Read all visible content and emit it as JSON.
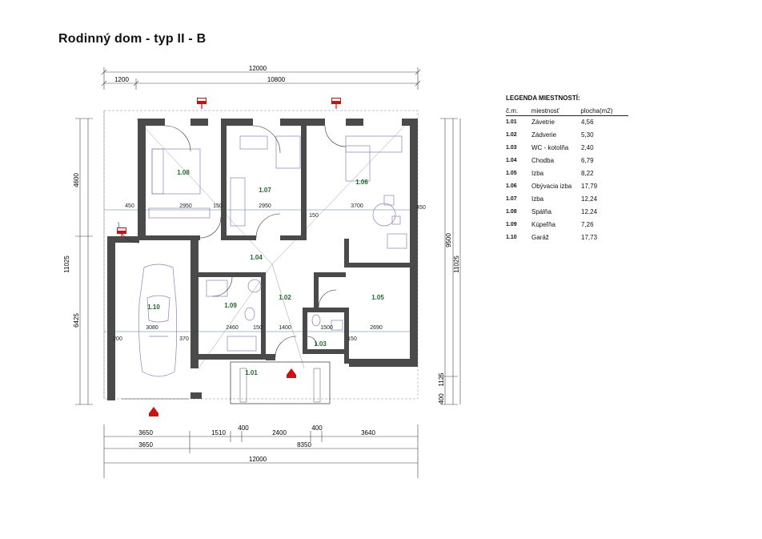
{
  "title": "Rodinný dom - typ II - B",
  "legend": {
    "title": "LEGENDA MIESTNOSTÍ:",
    "headers": {
      "num": "č.m.",
      "name": "miestnosť",
      "area": "plocha(m2)"
    },
    "rows": [
      {
        "num": "1.01",
        "name": "Závetrie",
        "area": "4,56"
      },
      {
        "num": "1.02",
        "name": "Zádverie",
        "area": "5,30"
      },
      {
        "num": "1.03",
        "name": "WC - kotolňa",
        "area": "2,40"
      },
      {
        "num": "1.04",
        "name": "Chodba",
        "area": "6,79"
      },
      {
        "num": "1.05",
        "name": "Izba",
        "area": "8,22"
      },
      {
        "num": "1.06",
        "name": "Obývacia izba",
        "area": "17,79"
      },
      {
        "num": "1.07",
        "name": "Izba",
        "area": "12,24"
      },
      {
        "num": "1.08",
        "name": "Spálňa",
        "area": "12,24"
      },
      {
        "num": "1.09",
        "name": "Kúpeľňa",
        "area": "7,26"
      },
      {
        "num": "1.10",
        "name": "Garáž",
        "area": "17,73"
      }
    ]
  },
  "plan": {
    "rooms": {
      "r101": "1.01",
      "r102": "1.02",
      "r103": "1.03",
      "r104": "1.04",
      "r105": "1.05",
      "r106": "1.06",
      "r107": "1.07",
      "r108": "1.08",
      "r109": "1.09",
      "r110": "1.10"
    },
    "dims": {
      "top_total": "12000",
      "top_left": "1200",
      "top_right": "10800",
      "row1_a": "450",
      "row1_b": "2950",
      "row1_c": "150",
      "row1_d": "2950",
      "row1_e": "150",
      "row1_f": "3700",
      "row1_g": "450",
      "row2_a": "200",
      "row2_b": "3080",
      "row2_c": "370",
      "row2_d": "2460",
      "row2_e": "150",
      "row2_f": "1400",
      "row2_g": "1500",
      "row2_h": "150",
      "row2_i": "2690",
      "bot1_a": "3650",
      "bot1_b": "1510",
      "bot1_c": "400",
      "bot1_d": "2400",
      "bot1_e": "400",
      "bot1_f": "3640",
      "bot2_a": "3650",
      "bot2_b": "8350",
      "bot3": "12000",
      "left_upper": "4600",
      "left_lower": "6425",
      "left_total": "11025",
      "right_upper": "9500",
      "right_total": "11025",
      "right_b1": "1125",
      "right_b2": "400"
    }
  }
}
